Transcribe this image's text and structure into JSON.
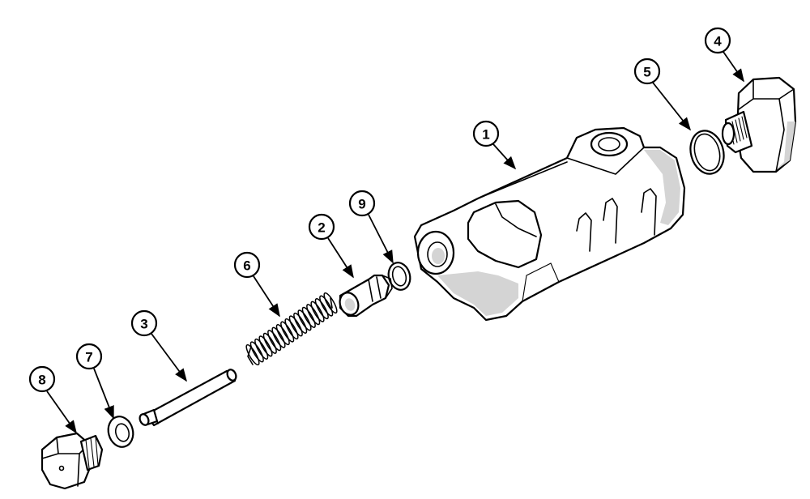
{
  "callouts": {
    "c1": "1",
    "c2": "2",
    "c3": "3",
    "c4": "4",
    "c5": "5",
    "c6": "6",
    "c7": "7",
    "c8": "8",
    "c9": "9"
  },
  "colors": {
    "ink": "#000000",
    "paper": "#ffffff",
    "shading": "#d4d4d4"
  }
}
